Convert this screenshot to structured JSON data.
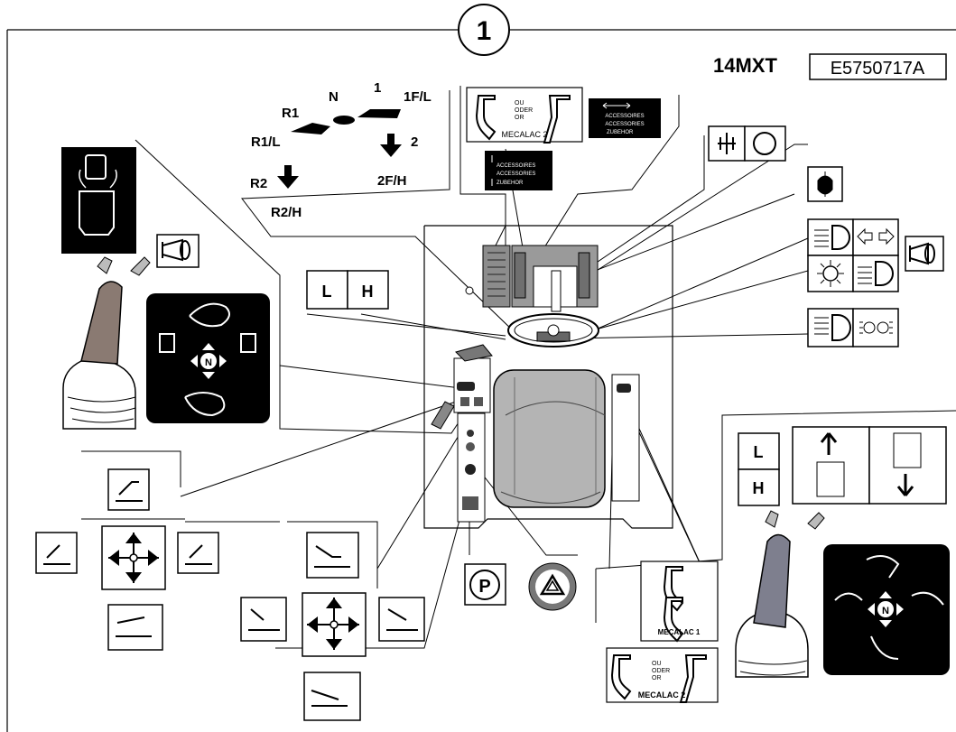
{
  "callout": "1",
  "header": {
    "model": "14MXT",
    "ref": "E5750717A"
  },
  "gears": {
    "r1": "R1",
    "n": "N",
    "one": "1",
    "f1l": "1F/L",
    "r1l": "R1/L",
    "two": "2",
    "r2": "R2",
    "f2h": "2F/H",
    "r2h": "R2/H"
  },
  "mecalac": {
    "ou": "OU",
    "oder": "ODER",
    "or": "OR",
    "m2": "MECALAC 2",
    "m1": "MECALAC 1"
  },
  "accessories": {
    "a1": "ACCESSOIRES",
    "a2": "ACCESSORIES",
    "a3": "ZUBEHOR"
  },
  "speed": {
    "l": "L",
    "h": "H"
  },
  "parking": "P",
  "joystick_center": "N"
}
